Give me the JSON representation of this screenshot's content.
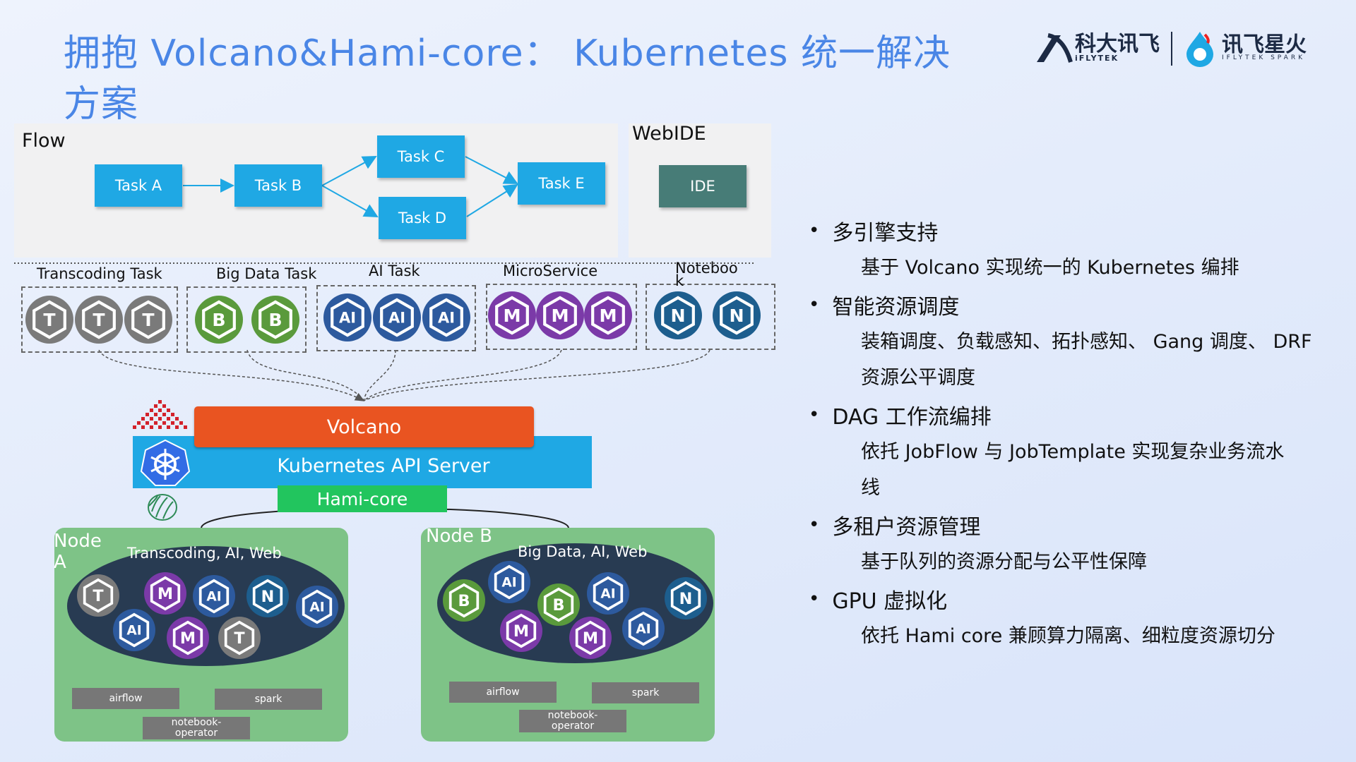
{
  "title": "拥抱  Volcano&Hami-core：  Kubernetes  统一解决方案",
  "logo": {
    "brand1": "科大讯飞",
    "brand1_sub": "iFLYTEK",
    "brand2": "讯飞星火",
    "brand2_sub": "IFLYTEK SPARK"
  },
  "flow": {
    "label": "Flow",
    "tasks": [
      "Task A",
      "Task B",
      "Task C",
      "Task D",
      "Task E"
    ]
  },
  "webide": {
    "label": "WebIDE",
    "button": "IDE"
  },
  "categories": [
    {
      "label": "Transcoding Task",
      "icons": [
        "T",
        "T",
        "T"
      ]
    },
    {
      "label": "Big Data Task",
      "icons": [
        "B",
        "B"
      ]
    },
    {
      "label": "AI Task",
      "icons": [
        "AI",
        "AI",
        "AI"
      ]
    },
    {
      "label": "MicroService",
      "icons": [
        "M",
        "M",
        "M"
      ]
    },
    {
      "label": "Noteboo\nk",
      "icons": [
        "N",
        "N"
      ]
    }
  ],
  "stack": {
    "volcano": "Volcano",
    "api_server": "Kubernetes API Server",
    "hami": "Hami-core"
  },
  "nodes": [
    {
      "label": "Node\nA",
      "workloads": "Transcoding, AI, Web",
      "icons": [
        "T",
        "M",
        "AI",
        "N",
        "AI",
        "AI",
        "M",
        "T"
      ],
      "tools": [
        "airflow",
        "spark",
        "notebook-\noperator"
      ]
    },
    {
      "label": "Node B",
      "workloads": "Big Data, AI, Web",
      "icons": [
        "B",
        "AI",
        "B",
        "AI",
        "N",
        "M",
        "M",
        "AI"
      ],
      "tools": [
        "airflow",
        "spark",
        "notebook-\noperator"
      ]
    }
  ],
  "bullets": [
    {
      "head": "多引擎支持",
      "lines": [
        "基于  Volcano  实现统一的  Kubernetes  编排"
      ]
    },
    {
      "head": "智能资源调度",
      "lines": [
        "装箱调度、负载感知、拓扑感知、  Gang  调度、  DRF",
        "资源公平调度"
      ]
    },
    {
      "head": "DAG  工作流编排",
      "lines": [
        "依托  JobFlow  与  JobTemplate  实现复杂业务流水",
        "线"
      ]
    },
    {
      "head": "多租户资源管理",
      "lines": [
        "基于队列的资源分配与公平性保障"
      ]
    },
    {
      "head": "GPU 虚拟化",
      "lines": [
        "依托 Hami core 兼顾算力隔离、细粒度资源切分"
      ]
    }
  ],
  "colors": {
    "T": "#7a7a7a",
    "B": "#5a9a3c",
    "AI": "#2d5a9e",
    "M": "#7b3aa8",
    "N": "#1d5e8e",
    "task": "#1fa8e4",
    "volcano": "#e95421",
    "api": "#1fa8e4",
    "hami": "#22c55e",
    "node": "#7ec387"
  }
}
